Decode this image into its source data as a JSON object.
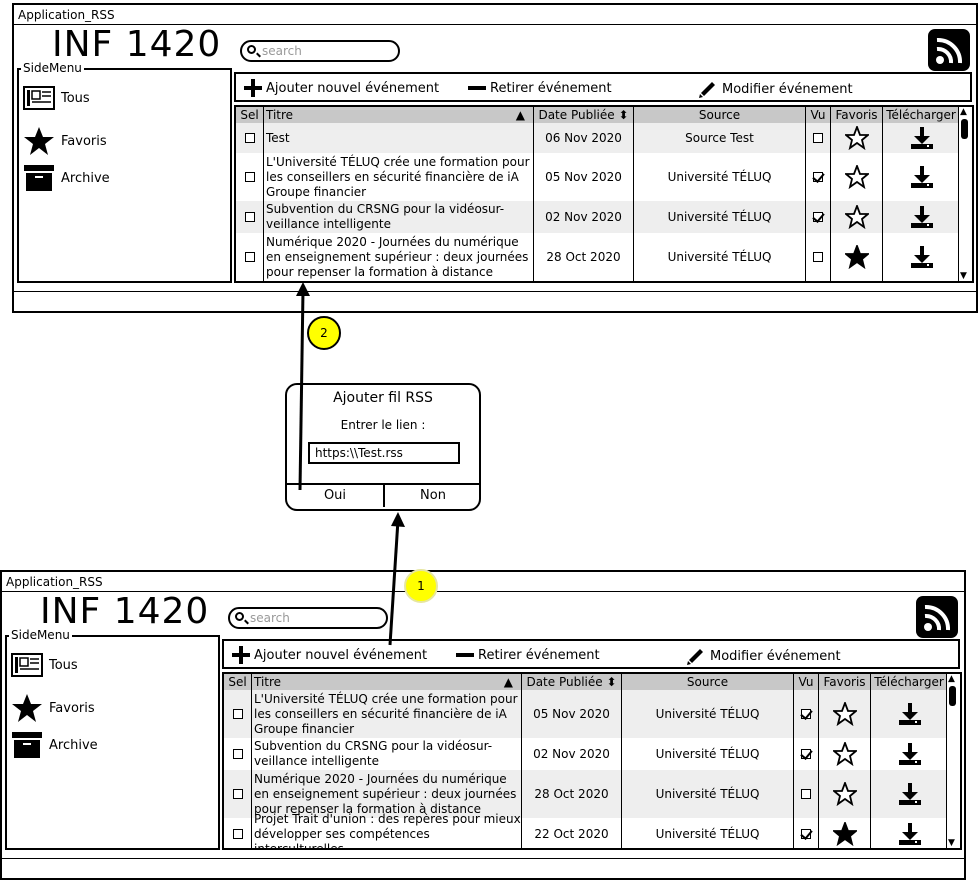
{
  "window": {
    "title": "Application_RSS",
    "app_name": "INF 1420",
    "search_placeholder": "search",
    "sidemenu_label": "SideMenu"
  },
  "sidemenu": {
    "items": [
      {
        "label": "Tous",
        "icon": "newspaper-icon"
      },
      {
        "label": "Favoris",
        "icon": "star-icon"
      },
      {
        "label": "Archive",
        "icon": "archive-box-icon"
      }
    ]
  },
  "toolbar": {
    "add": "Ajouter nouvel événement",
    "remove": "Retirer événement",
    "edit": "Modifier événement"
  },
  "columns": {
    "sel": "Sel",
    "titre": "Titre",
    "date": "Date Publiée",
    "source": "Source",
    "vu": "Vu",
    "favoris": "Favoris",
    "telecharger": "Télécharger"
  },
  "top_rows": [
    {
      "title": "Test",
      "date": "06 Nov 2020",
      "source": "Source Test",
      "seen": false,
      "favorite": false
    },
    {
      "title": "L'Université TÉLUQ crée une formation pour les conseillers en sécurité financière de iA Groupe financier",
      "date": "05 Nov 2020",
      "source": "Université TÉLUQ",
      "seen": true,
      "favorite": false
    },
    {
      "title": "Subvention du CRSNG pour la vidéosur-veillance intelligente",
      "date": "02 Nov 2020",
      "source": "Université TÉLUQ",
      "seen": true,
      "favorite": false
    },
    {
      "title": "Numérique 2020 - Journées du numérique en enseignement supérieur : deux journées pour repenser la formation à distance",
      "date": "28 Oct 2020",
      "source": "Université TÉLUQ",
      "seen": false,
      "favorite": true
    }
  ],
  "bottom_rows": [
    {
      "title": "L'Université TÉLUQ crée une formation pour les conseillers en sécurité financière de iA Groupe financier",
      "date": "05 Nov 2020",
      "source": "Université TÉLUQ",
      "seen": true,
      "favorite": false
    },
    {
      "title": "Subvention du CRSNG pour la vidéosur-veillance intelligente",
      "date": "02 Nov 2020",
      "source": "Université TÉLUQ",
      "seen": true,
      "favorite": false
    },
    {
      "title": "Numérique 2020 - Journées du numérique en enseignement supérieur : deux journées pour repenser la formation à distance",
      "date": "28 Oct 2020",
      "source": "Université TÉLUQ",
      "seen": false,
      "favorite": false
    },
    {
      "title": "Projet Trait d'union : des repères pour mieux développer ses compétences interculturelles",
      "date": "22 Oct 2020",
      "source": "Université TÉLUQ",
      "seen": true,
      "favorite": true
    }
  ],
  "dialog": {
    "title": "Ajouter fil RSS",
    "prompt": "Entrer le lien :",
    "value": "https:\\\\Test.rss",
    "yes": "Oui",
    "no": "Non"
  },
  "badges": {
    "step1": "1",
    "step2": "2"
  },
  "colors": {
    "header_gray": "#c8c8c8",
    "badge_yellow": "#ffff00",
    "row_alt": "#eeeeee"
  }
}
